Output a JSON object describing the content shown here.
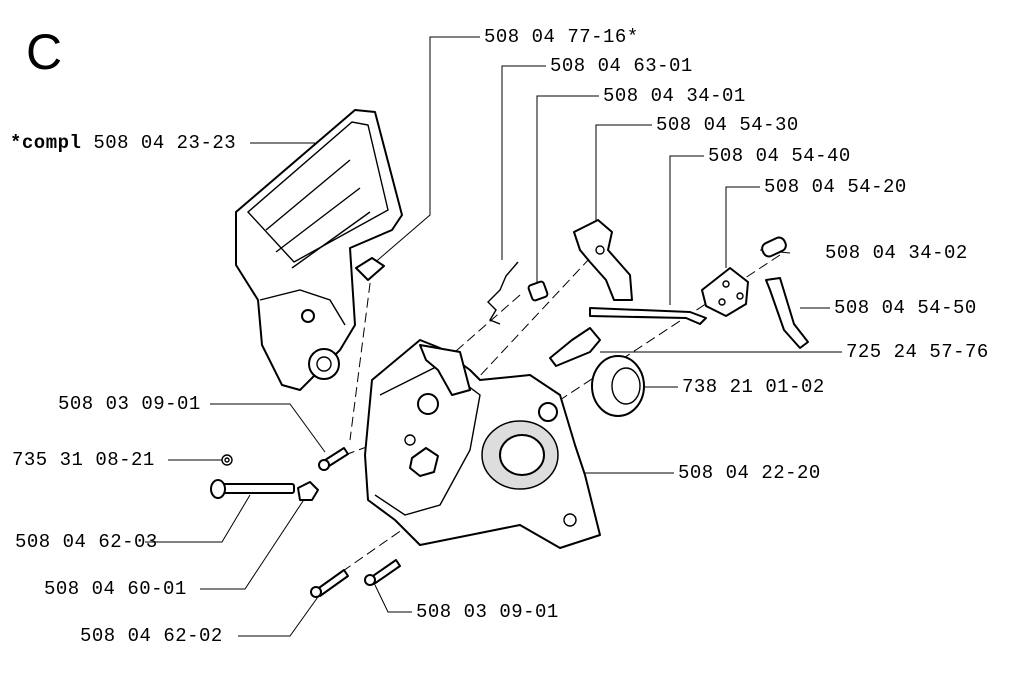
{
  "section": "C",
  "labels": [
    {
      "id": "cover",
      "prefix": "*compl",
      "part": "508 04 23-23"
    },
    {
      "id": "screw-top",
      "prefix": "",
      "part": "508 04 77-16*"
    },
    {
      "id": "spring",
      "prefix": "",
      "part": "508 04 63-01"
    },
    {
      "id": "bushing",
      "prefix": "",
      "part": "508 04 34-01"
    },
    {
      "id": "lever",
      "prefix": "",
      "part": "508 04 54-30"
    },
    {
      "id": "rod",
      "prefix": "",
      "part": "508 04 54-40"
    },
    {
      "id": "plate",
      "prefix": "",
      "part": "508 04 54-20"
    },
    {
      "id": "bushing-2",
      "prefix": "",
      "part": "508 04 34-02"
    },
    {
      "id": "link",
      "prefix": "",
      "part": "508 04 54-50"
    },
    {
      "id": "bolt",
      "prefix": "",
      "part": "725 24 57-76"
    },
    {
      "id": "bearing",
      "prefix": "",
      "part": "738 21 01-02"
    },
    {
      "id": "screw-left",
      "prefix": "",
      "part": "508 03 09-01"
    },
    {
      "id": "clip",
      "prefix": "",
      "part": "735 31 08-21"
    },
    {
      "id": "housing",
      "prefix": "",
      "part": "508 04 22-20"
    },
    {
      "id": "adjuster",
      "prefix": "",
      "part": "508 04 62-03"
    },
    {
      "id": "nut",
      "prefix": "",
      "part": "508 04 60-01"
    },
    {
      "id": "screw-bottom",
      "prefix": "",
      "part": "508 03 09-01"
    },
    {
      "id": "pin",
      "prefix": "",
      "part": "508 04 62-02"
    }
  ]
}
